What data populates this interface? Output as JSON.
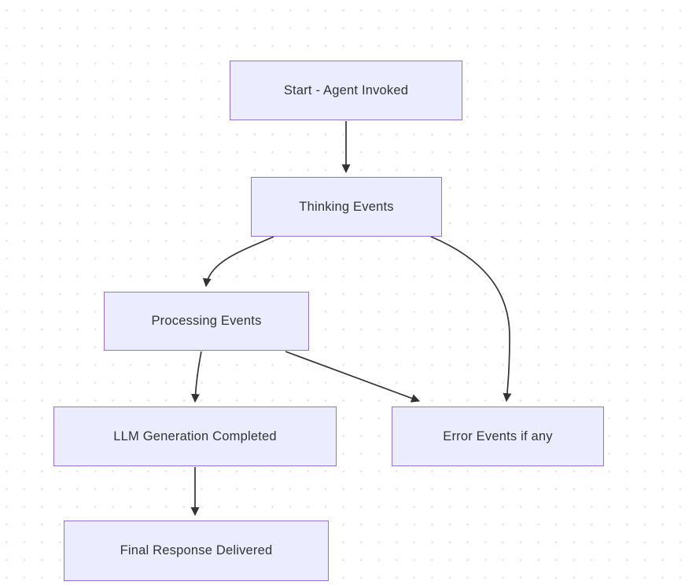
{
  "diagram": {
    "type": "flowchart",
    "direction": "top-down",
    "nodes": [
      {
        "id": "start",
        "label": "Start - Agent Invoked"
      },
      {
        "id": "thinking",
        "label": "Thinking Events"
      },
      {
        "id": "processing",
        "label": "Processing Events"
      },
      {
        "id": "llm",
        "label": "LLM Generation Completed"
      },
      {
        "id": "error",
        "label": "Error Events if any"
      },
      {
        "id": "final",
        "label": "Final Response Delivered"
      }
    ],
    "edges": [
      {
        "from": "start",
        "to": "thinking"
      },
      {
        "from": "thinking",
        "to": "processing"
      },
      {
        "from": "thinking",
        "to": "error"
      },
      {
        "from": "processing",
        "to": "llm"
      },
      {
        "from": "processing",
        "to": "error"
      },
      {
        "from": "llm",
        "to": "final"
      }
    ],
    "colors": {
      "node_fill": "#ECECFF",
      "node_border": "#9370DB",
      "node_text": "#333333",
      "edge_stroke": "#333333",
      "background": "#FFFFFF",
      "grid_dot": "#E6E6E6"
    }
  }
}
